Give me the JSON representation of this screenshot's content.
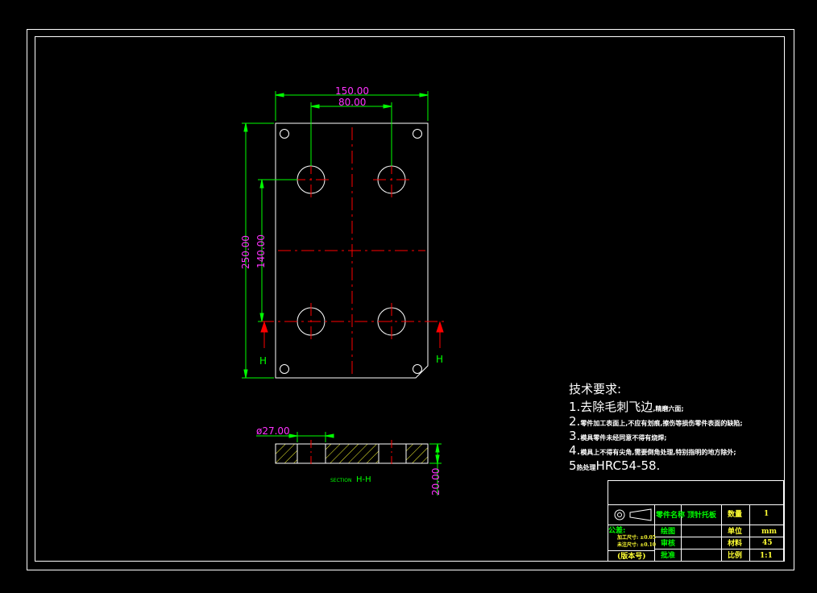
{
  "colors": {
    "background": "#000000",
    "outline": "#ffffff",
    "dimension": "#00ff00",
    "dimension_text": "#ff33ff",
    "centerline": "#ff0000",
    "hatch": "#ffff33",
    "titleblock_text": "#00ff00",
    "titleblock_value": "#ffff33"
  },
  "dimensions": {
    "overall_width": "150.00",
    "hole_spacing_x": "80.00",
    "overall_height": "250.00",
    "hole_spacing_y": "140.00",
    "hole_diameter": "ø27.00",
    "thickness": "20.00"
  },
  "section": {
    "marker_left": "H",
    "marker_right": "H",
    "caption_small": "SECTION",
    "caption": "H-H"
  },
  "notes": {
    "heading": "技术要求:",
    "item1_large": "1.去除毛刺飞边",
    "item1_small": ",精磨六面;",
    "item2_large": "2.",
    "item2_small": "零件加工表面上,不应有划痕,擦伤等损伤零件表面的缺陷;",
    "item3_large": "3.",
    "item3_small": "模具零件未经同意不得有烧焊;",
    "item4_large": "4.",
    "item4_small": "模具上不得有尖角,需要倒角处理,特别指明的地方除外;",
    "item5_large_a": "5",
    "item5_small": "热处理",
    "item5_large_b": "HRC54-58."
  },
  "title_block": {
    "part_name_label": "零件名称",
    "part_name": "顶针托板",
    "quantity_label": "数量",
    "quantity": "1",
    "drawn_label": "绘图",
    "unit_label": "单位",
    "unit": "mm",
    "tolerance_label": "公差:",
    "tolerance_line1": "加工尺寸: ±0.05",
    "tolerance_line2": "未注尺寸: ±0.10",
    "review_label": "审核",
    "material_label": "材料",
    "material": "45",
    "version_label": "(版本号)",
    "approve_label": "批准",
    "scale_label": "比例",
    "scale": "1:1"
  }
}
